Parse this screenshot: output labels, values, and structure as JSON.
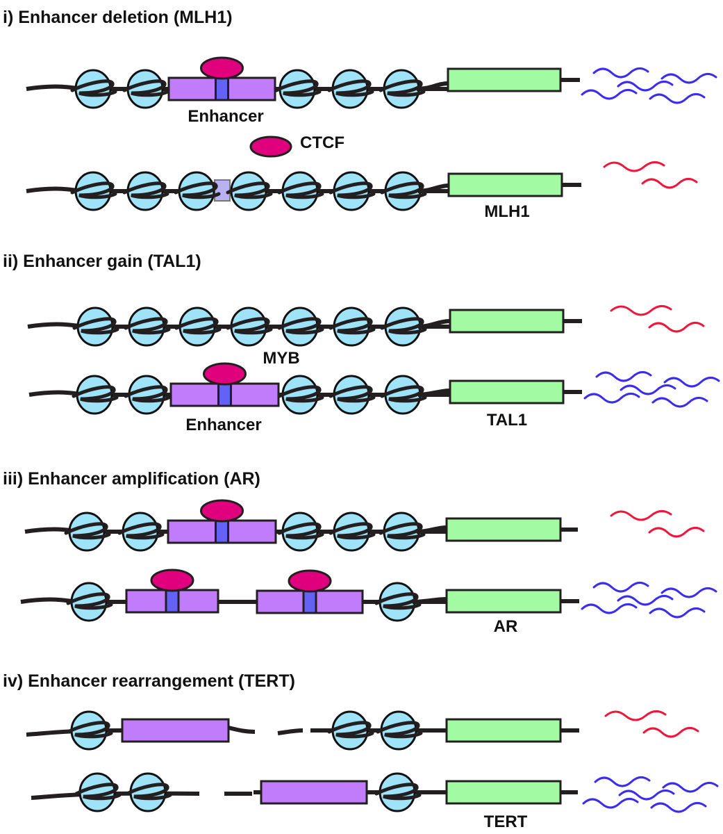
{
  "colors": {
    "nucleosome": "#9fe3f8",
    "enhancer": "#c07cfb",
    "enhancer_ghost": "#b9b2f2",
    "binding_site": "#6461f6",
    "transcription_factor": "#e0007d",
    "gene": "#a2fba2",
    "rna_high": "#3b2df0",
    "rna_low": "#f0163a",
    "dna": "#231f20"
  },
  "sections": [
    {
      "id": "i",
      "title": "i) Enhancer deletion (MLH1)",
      "gene": "MLH1",
      "rows": [
        {
          "state": "with enhancer",
          "elements": [
            "nucleosome",
            "nucleosome",
            "enhancer-with-tf",
            "nucleosome",
            "nucleosome",
            "nucleosome",
            "gene"
          ],
          "labels": {
            "enhancer": "Enhancer"
          },
          "expression": "high"
        },
        {
          "state": "enhancer deleted",
          "elements": [
            "nucleosome",
            "nucleosome",
            "nucleosome",
            "deleted-site",
            "nucleosome",
            "nucleosome",
            "nucleosome",
            "gene"
          ],
          "labels": {
            "tf": "CTCF",
            "gene": "MLH1"
          },
          "expression": "low"
        }
      ]
    },
    {
      "id": "ii",
      "title": "ii) Enhancer gain (TAL1)",
      "gene": "TAL1",
      "rows": [
        {
          "state": "no enhancer",
          "elements": [
            "nucleosome",
            "nucleosome",
            "nucleosome",
            "nucleosome",
            "nucleosome",
            "nucleosome",
            "nucleosome",
            "gene"
          ],
          "labels": {},
          "expression": "low"
        },
        {
          "state": "enhancer gained",
          "elements": [
            "nucleosome",
            "nucleosome",
            "enhancer-with-tf",
            "nucleosome",
            "nucleosome",
            "nucleosome",
            "gene"
          ],
          "labels": {
            "tf": "MYB",
            "enhancer": "Enhancer",
            "gene": "TAL1"
          },
          "expression": "high"
        }
      ]
    },
    {
      "id": "iii",
      "title": "iii) Enhancer amplification (AR)",
      "gene": "AR",
      "rows": [
        {
          "state": "single enhancer",
          "elements": [
            "nucleosome",
            "nucleosome",
            "enhancer-with-tf",
            "nucleosome",
            "nucleosome",
            "nucleosome",
            "gene"
          ],
          "labels": {},
          "expression": "low"
        },
        {
          "state": "amplified enhancer",
          "elements": [
            "nucleosome",
            "enhancer-with-tf",
            "enhancer-with-tf",
            "nucleosome",
            "gene"
          ],
          "labels": {
            "gene": "AR"
          },
          "expression": "high"
        }
      ]
    },
    {
      "id": "iv",
      "title": "iv) Enhancer rearrangement (TERT)",
      "gene": "TERT",
      "rows": [
        {
          "state": "enhancer distal",
          "elements": [
            "nucleosome",
            "enhancer",
            "break",
            "nucleosome",
            "nucleosome",
            "gene"
          ],
          "labels": {},
          "expression": "low"
        },
        {
          "state": "enhancer rearranged",
          "elements": [
            "nucleosome",
            "nucleosome",
            "break",
            "enhancer",
            "nucleosome",
            "gene"
          ],
          "labels": {
            "gene": "TERT"
          },
          "expression": "high"
        }
      ]
    }
  ]
}
